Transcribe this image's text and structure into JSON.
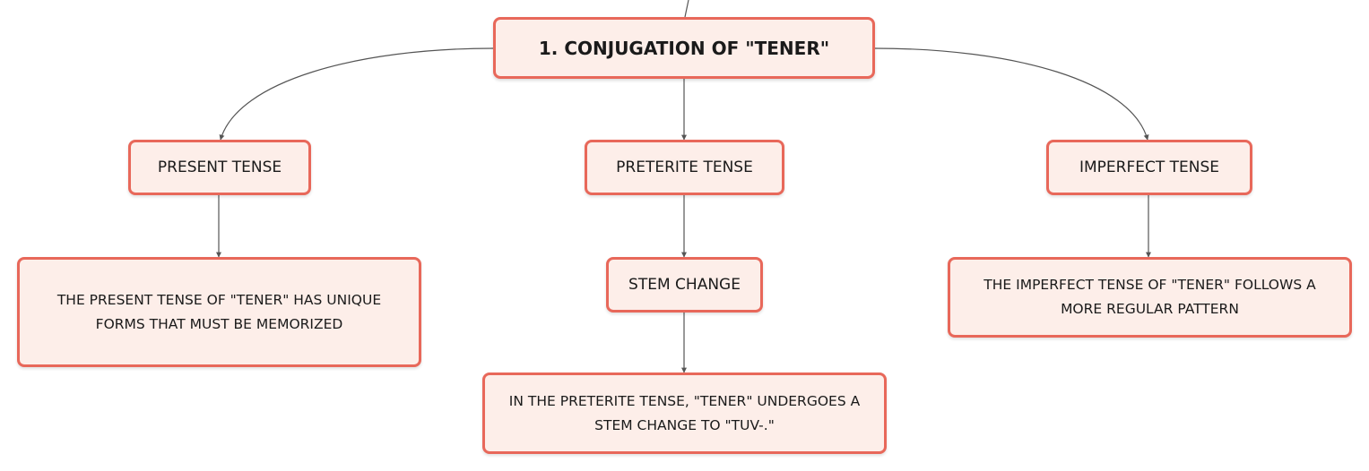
{
  "root": {
    "label": "1. CONJUGATION OF \"TENER\""
  },
  "branches": {
    "present": {
      "label": "PRESENT TENSE",
      "description": "THE PRESENT TENSE OF \"TENER\" HAS UNIQUE FORMS THAT MUST BE MEMORIZED"
    },
    "preterite": {
      "label": "PRETERITE TENSE",
      "child": {
        "label": "STEM CHANGE",
        "description": "IN THE PRETERITE TENSE, \"TENER\" UNDERGOES A STEM CHANGE TO \"TUV-.\""
      }
    },
    "imperfect": {
      "label": "IMPERFECT TENSE",
      "description": "THE IMPERFECT TENSE OF \"TENER\" FOLLOWS A MORE REGULAR PATTERN"
    }
  },
  "colors": {
    "node_border": "#e8685a",
    "node_fill": "#fdeee9",
    "connector": "#555555",
    "text": "#1a1a1a"
  }
}
